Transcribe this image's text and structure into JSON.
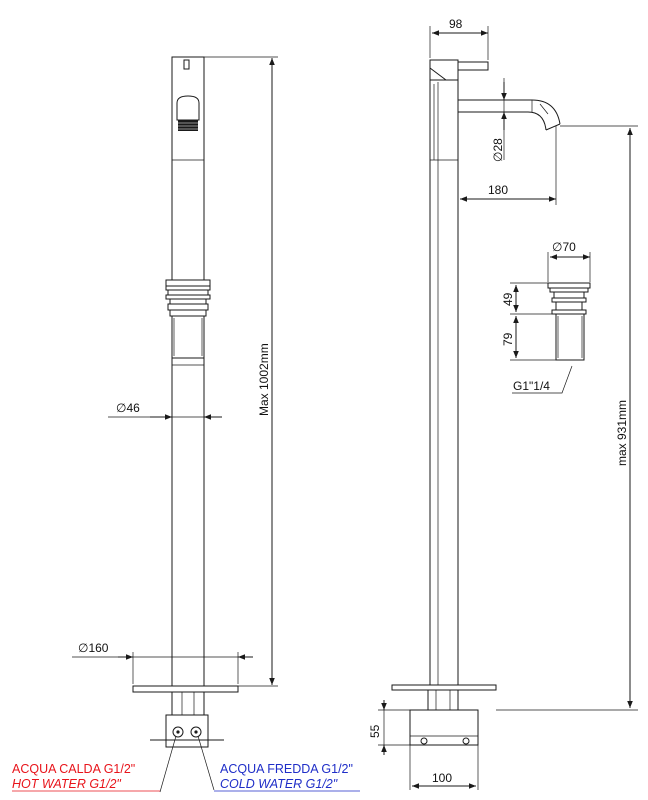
{
  "dimensions": {
    "top_width": "98",
    "spout_diameter": "∅28",
    "spout_reach": "180",
    "waste_diameter": "∅70",
    "waste_height_top": "49",
    "waste_height_bottom": "79",
    "waste_thread": "G1\"1/4",
    "column_diameter": "∅46",
    "base_diameter": "∅160",
    "max_height_total": "Max 1002mm",
    "max_height_spout": "max 931mm",
    "box_height": "55",
    "box_width": "100"
  },
  "labels": {
    "hot_it": "ACQUA CALDA G1/2\"",
    "hot_en": "HOT WATER G1/2\"",
    "cold_it": "ACQUA FREDDA G1/2\"",
    "cold_en": "COLD WATER G1/2\""
  },
  "colors": {
    "hot": "#e8141b",
    "cold": "#1f2ec8",
    "line": "#1a1a1a"
  }
}
